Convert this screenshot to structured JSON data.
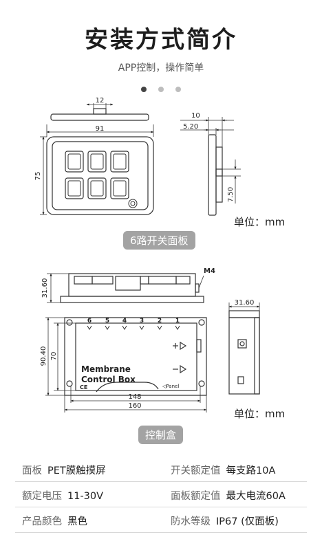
{
  "header": {
    "title": "安装方式简介",
    "subtitle": "APP控制，操作简单"
  },
  "carousel": {
    "dots": 3,
    "active_index": 0
  },
  "panel_drawing": {
    "dims": {
      "tab_width": "12",
      "width": "91",
      "height": "75",
      "side_thick": "10",
      "side_depth": "5.20",
      "side_offset": "7.50"
    },
    "unit_label": "单位：mm",
    "caption": "6路开关面板"
  },
  "box_drawing": {
    "dims": {
      "top_height": "31.60",
      "screw": "M4",
      "height_outer": "90.40",
      "height_inner": "70",
      "width_inner": "148",
      "width_outer": "160",
      "side_depth": "31.60"
    },
    "channels": [
      "6",
      "5",
      "4",
      "3",
      "2",
      "1"
    ],
    "label_line1": "Membrane",
    "label_line2": "Control Box",
    "panel_mark": "Panel",
    "ce_mark": "CE",
    "unit_label": "单位：mm",
    "caption": "控制盒"
  },
  "specs": [
    {
      "left_label": "面板",
      "left_value": "PET膜触摸屏",
      "right_label": "开关额定值",
      "right_value": "每支路10A"
    },
    {
      "left_label": "额定电压",
      "left_value": "11-30V",
      "right_label": "面板额定值",
      "right_value": "最大电流60A"
    },
    {
      "left_label": "产品颜色",
      "left_value": "黑色",
      "right_label": "防水等级",
      "right_value": "IP67 (仅面板)"
    }
  ]
}
